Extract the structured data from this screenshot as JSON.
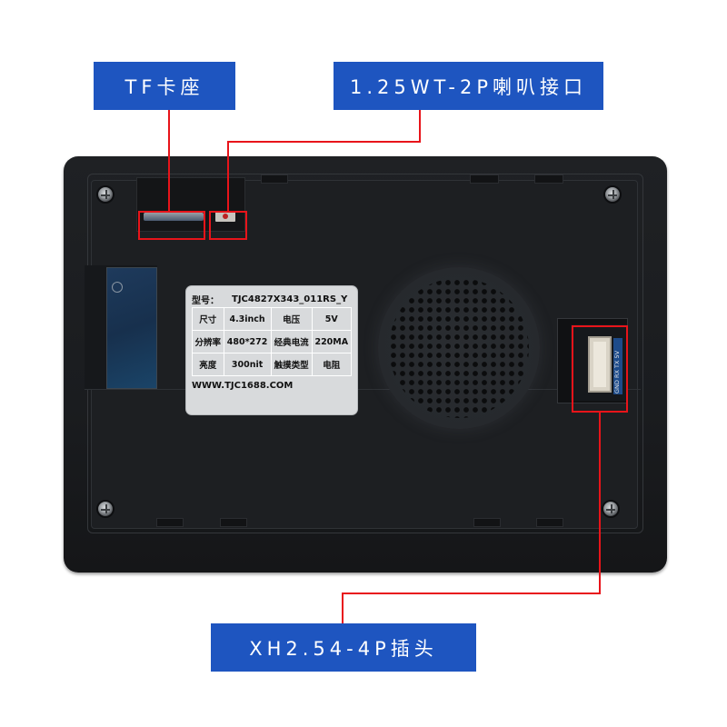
{
  "callouts": {
    "tf_slot": "TF卡座",
    "speaker_port": "1.25WT-2P喇叭接口",
    "xh_header": "XH2.54-4P插头"
  },
  "label": {
    "model_key": "型号：",
    "model_value": "TJC4827X343_011RS_Y",
    "rows": [
      [
        "尺寸",
        "4.3inch",
        "电压",
        "5V"
      ],
      [
        "分辨率",
        "480*272",
        "经典电流",
        "220MA"
      ],
      [
        "亮度",
        "300nit",
        "触摸类型",
        "电阻"
      ]
    ],
    "url": "WWW.TJC1688.COM"
  },
  "connector": {
    "pin_labels": "GND RX TX 5V"
  },
  "colors": {
    "callout_bg": "#1e55c0",
    "leader_line": "#e8141a",
    "device_body": "#1d1f22"
  }
}
